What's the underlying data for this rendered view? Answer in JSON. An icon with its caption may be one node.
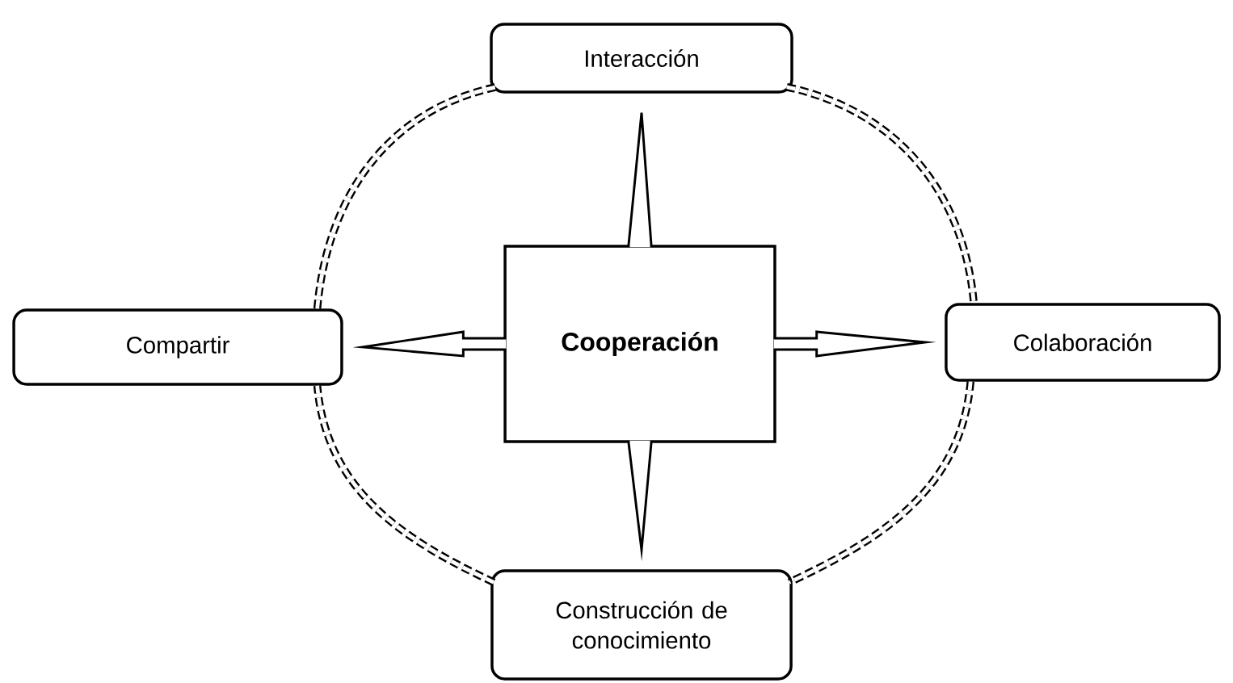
{
  "diagram": {
    "nodes": [
      {
        "text": [
          "Cooperación"
        ]
      },
      {
        "text": [
          "Interacción"
        ]
      },
      {
        "text": [
          "Compartir"
        ]
      },
      {
        "text": [
          "Colaboración"
        ]
      },
      {
        "text": [
          "Construcción de conocimiento"
        ]
      }
    ],
    "edges": [
      {
        "from": 0,
        "to": 1,
        "arrow": "to"
      },
      {
        "from": 0,
        "to": 2,
        "arrow": "to"
      },
      {
        "from": 0,
        "to": 3,
        "arrow": "to"
      },
      {
        "from": 0,
        "to": 4,
        "arrow": "to"
      },
      {
        "from": 1,
        "to": 3,
        "arrow": "none",
        "style": "dashed"
      },
      {
        "from": 3,
        "to": 4,
        "arrow": "none",
        "style": "dashed"
      },
      {
        "from": 4,
        "to": 2,
        "arrow": "none",
        "style": "dashed"
      },
      {
        "from": 2,
        "to": 1,
        "arrow": "none",
        "style": "dashed"
      }
    ]
  }
}
